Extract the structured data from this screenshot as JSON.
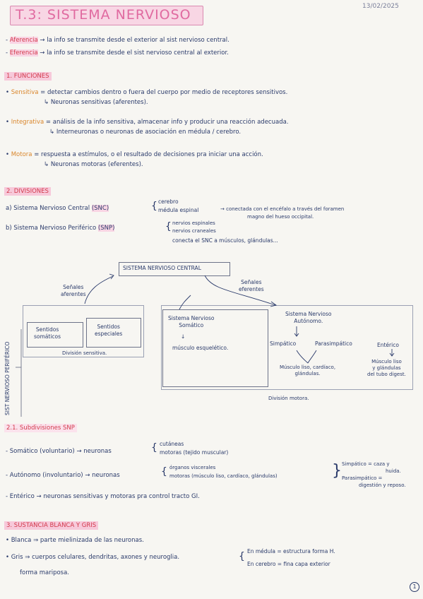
{
  "header": {
    "title": "T.3: SISTEMA NERVIOSO",
    "date": "13/02/2025"
  },
  "intro": {
    "aferencia_term": "Aferencia",
    "aferencia_text": "→ la info se transmite desde el exterior al sist nervioso central.",
    "eferencia_term": "Eferencia",
    "eferencia_text": "→ la info se transmite desde el sist nervioso central al exterior."
  },
  "funciones": {
    "heading": "1. FUNCIONES",
    "sensitiva_term": "Sensitiva",
    "sensitiva_text": "= detectar cambios dentro o fuera del cuerpo por medio de receptores sensitivos.",
    "sensitiva_sub": "↳ Neuronas sensitivas (aferentes).",
    "integrativa_term": "Integrativa",
    "integrativa_text": "= análisis de la info sensitiva, almacenar info y producir una reacción adecuada.",
    "integrativa_sub": "↳ Interneuronas o neuronas de asociación en médula / cerebro.",
    "motora_term": "Motora",
    "motora_text": "= respuesta a estímulos, o el resultado de decisiones pra iniciar una acción.",
    "motora_sub": "↳ Neuronas motoras (eferentes)."
  },
  "divisiones": {
    "heading": "2. DIVISIONES",
    "a_label": "a) Sistema Nervioso Central",
    "a_abbr": "(SNC)",
    "a_items": [
      "cerebro",
      "médula espinal"
    ],
    "a_note": "→ conectada con el encéfalo a través del foramen",
    "a_note2": "magno del hueso occipital.",
    "b_label": "b) Sistema Nervioso Periférico",
    "b_abbr": "(SNP)",
    "b_items": [
      "nervios espinales",
      "nervios craneales"
    ],
    "b_note": "conecta el SNC a músculos, glándulas..."
  },
  "diagram": {
    "top": "SISTEMA NERVIOSO CENTRAL",
    "senales_aferentes": [
      "Señales",
      "aferentes"
    ],
    "senales_eferentes": [
      "Señales",
      "eferentes"
    ],
    "sentidos_somaticos": [
      "Sentidos",
      "somáticos"
    ],
    "sentidos_especiales": [
      "Sentidos",
      "especiales"
    ],
    "division_sensitiva": "División sensitiva.",
    "somatico_box": [
      "Sistema Nervioso",
      "Somático"
    ],
    "musculo_esqueletico": "músculo esquelético.",
    "autonomo_box": [
      "Sistema Nervioso",
      "Autónomo."
    ],
    "simpatico": "Simpático",
    "parasimpatico": "Parasimpático",
    "enterico": "Entérico",
    "musculo_liso": [
      "Músculo liso, cardíaco,",
      "glándulas."
    ],
    "musculo_liso_2": [
      "Músculo liso",
      "y glándulas",
      "del tubo digest."
    ],
    "division_motora": "División motora.",
    "vertical_label": "SIST NERVIOSO PERIFÉRICO"
  },
  "subdivisiones": {
    "heading": "2.1. Subdivisiones SNP",
    "somatico_label": "- Somático (voluntario)",
    "somatico_arrow": "→ neuronas",
    "somatico_items": [
      "cutáneas",
      "motoras (tejido muscular)"
    ],
    "autonomo_label": "- Autónomo (involuntario)",
    "autonomo_arrow": "→ neuronas",
    "autonomo_items": [
      "órganos viscerales",
      "motoras (músculo liso, cardíaco, glándulas)"
    ],
    "autonomo_right": [
      "Simpático = caza y",
      "huida.",
      "Parasimpático =",
      "digestión y reposo."
    ],
    "enterico_label": "- Entérico",
    "enterico_text": "→ neuronas sensitivas y motoras pra control tracto GI."
  },
  "sustancia": {
    "heading": "3. SUSTANCIA BLANCA Y GRIS",
    "blanca": "• Blanca ⇒ parte mielinizada de las neuronas.",
    "gris": "• Gris ⇒ cuerpos celulares, dendritas, axones y neuroglia.",
    "medula": "En médula = estructura forma H.",
    "cerebro": "En cerebro = fina capa exterior",
    "mariposa": "forma mariposa."
  },
  "page_number": "1"
}
